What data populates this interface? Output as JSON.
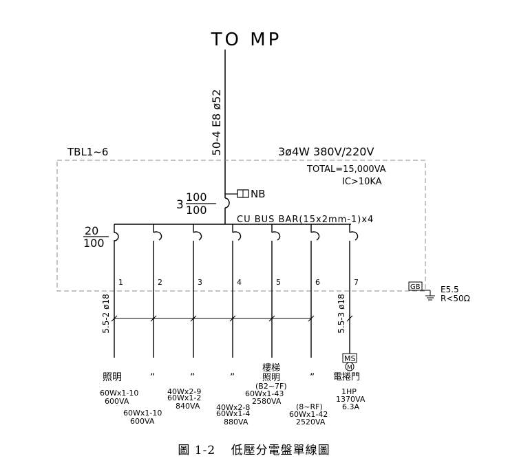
{
  "top_label": "TO  MP",
  "feeder_cable": "50-4 E8 ø52",
  "panel_name": "TBL1~6",
  "supply": "3ø4W 380V/220V",
  "total": "TOTAL=15,000VA",
  "ic": "IC>10KA",
  "nb_label": "NB",
  "main_breaker": {
    "prefix": "3",
    "top": "100",
    "bottom": "100"
  },
  "bus_bar": "CU BUS BAR(15x2mm-1)x4",
  "branch_breaker": {
    "top": "20",
    "bottom": "100"
  },
  "ground": {
    "box": "GB",
    "size": "E5.5",
    "resistance": "R<50Ω"
  },
  "cable_left": "5.5-2 ø18",
  "cable_right": "5.5-3 ø18",
  "motor": {
    "box": "MS",
    "symbol": "M"
  },
  "circuits": [
    {
      "num": "1",
      "name": "照明",
      "desc1a": "60Wx1-10",
      "desc1b": "600VA",
      "desc2a": "",
      "desc2b": "",
      "desc3a": "",
      "desc3b": ""
    },
    {
      "num": "2",
      "name": "”",
      "desc1a": "",
      "desc1b": "",
      "desc2a": "60Wx1-10",
      "desc2b": "600VA",
      "desc3a": "",
      "desc3b": ""
    },
    {
      "num": "3",
      "name": "”",
      "desc1a": "40Wx2-9",
      "desc1b": "60Wx1-2",
      "desc2a": "840VA",
      "desc2b": "",
      "desc3a": "",
      "desc3b": ""
    },
    {
      "num": "4",
      "name": "”",
      "desc1a": "40Wx2-8",
      "desc1b": "60Wx1-4",
      "desc2a": "880VA",
      "desc2b": "",
      "desc3a": "",
      "desc3b": ""
    },
    {
      "num": "5",
      "name1": "樓梯",
      "name": "照明",
      "sub": "(B2~7F)",
      "desc1a": "60Wx1-43",
      "desc1b": "2580VA",
      "desc2a": "",
      "desc2b": "",
      "desc3a": "",
      "desc3b": ""
    },
    {
      "num": "6",
      "name": "”",
      "sub": "(8~RF)",
      "desc1a": "60Wx1-42",
      "desc1b": "2520VA",
      "desc2a": "",
      "desc2b": "",
      "desc3a": "",
      "desc3b": ""
    },
    {
      "num": "7",
      "name": "電捲門",
      "desc1a": "1HP",
      "desc1b": "1370VA",
      "desc2a": "6.3A",
      "desc2b": "",
      "desc3a": "",
      "desc3b": ""
    }
  ],
  "caption": {
    "num": "圖 1-2",
    "title": "低壓分電盤單線圖"
  }
}
